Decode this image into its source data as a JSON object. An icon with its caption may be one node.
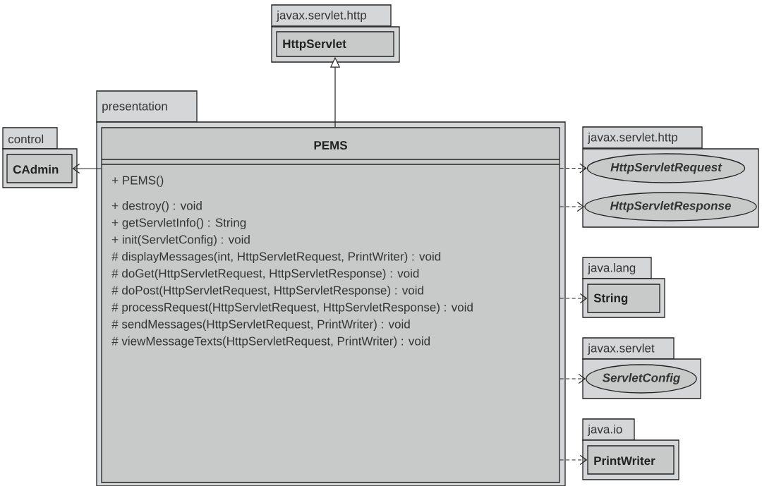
{
  "diagram": {
    "nodes": [
      {
        "text": [
          "javax.servlet.http"
        ]
      },
      {
        "text": [
          "HttpServlet"
        ],
        "in": 0
      },
      {
        "text": [
          "presentation"
        ]
      },
      {
        "text": [
          "PEMS",
          "+ PEMS()",
          "+ destroy() : void",
          "+ getServletInfo() : String",
          "+ init(ServletConfig) : void",
          "# displayMessages(int, HttpServletRequest, PrintWriter) : void",
          "# doGet(HttpServletRequest, HttpServletResponse) : void",
          "# doPost(HttpServletRequest, HttpServletResponse) : void",
          "# processRequest(HttpServletRequest, HttpServletResponse) : void",
          "# sendMessages(HttpServletRequest, PrintWriter) : void",
          "# viewMessageTexts(HttpServletRequest, PrintWriter) : void"
        ],
        "in": 2
      },
      {
        "text": [
          "control"
        ]
      },
      {
        "text": [
          "CAdmin"
        ],
        "in": 4
      },
      {
        "text": [
          "javax.servlet.http"
        ]
      },
      {
        "text": [
          "HttpServletRequest"
        ],
        "in": 6
      },
      {
        "text": [
          "HttpServletResponse"
        ],
        "in": 6
      },
      {
        "text": [
          "java.lang"
        ]
      },
      {
        "text": [
          "String"
        ],
        "in": 9
      },
      {
        "text": [
          "javax.servlet"
        ]
      },
      {
        "text": [
          "ServletConfig"
        ],
        "in": 11
      },
      {
        "text": [
          "java.io"
        ]
      },
      {
        "text": [
          "PrintWriter"
        ],
        "in": 13
      }
    ],
    "edges": [
      {
        "from": 3,
        "to": 1,
        "arrow": "to"
      },
      {
        "from": 3,
        "to": 5,
        "arrow": "to"
      },
      {
        "from": 3,
        "to": 7,
        "arrow": "to",
        "style": "dashed"
      },
      {
        "from": 3,
        "to": 8,
        "arrow": "to",
        "style": "dashed"
      },
      {
        "from": 3,
        "to": 10,
        "arrow": "to",
        "style": "dashed"
      },
      {
        "from": 3,
        "to": 12,
        "arrow": "to",
        "style": "dashed"
      },
      {
        "from": 3,
        "to": 14,
        "arrow": "to",
        "style": "dashed"
      }
    ]
  }
}
